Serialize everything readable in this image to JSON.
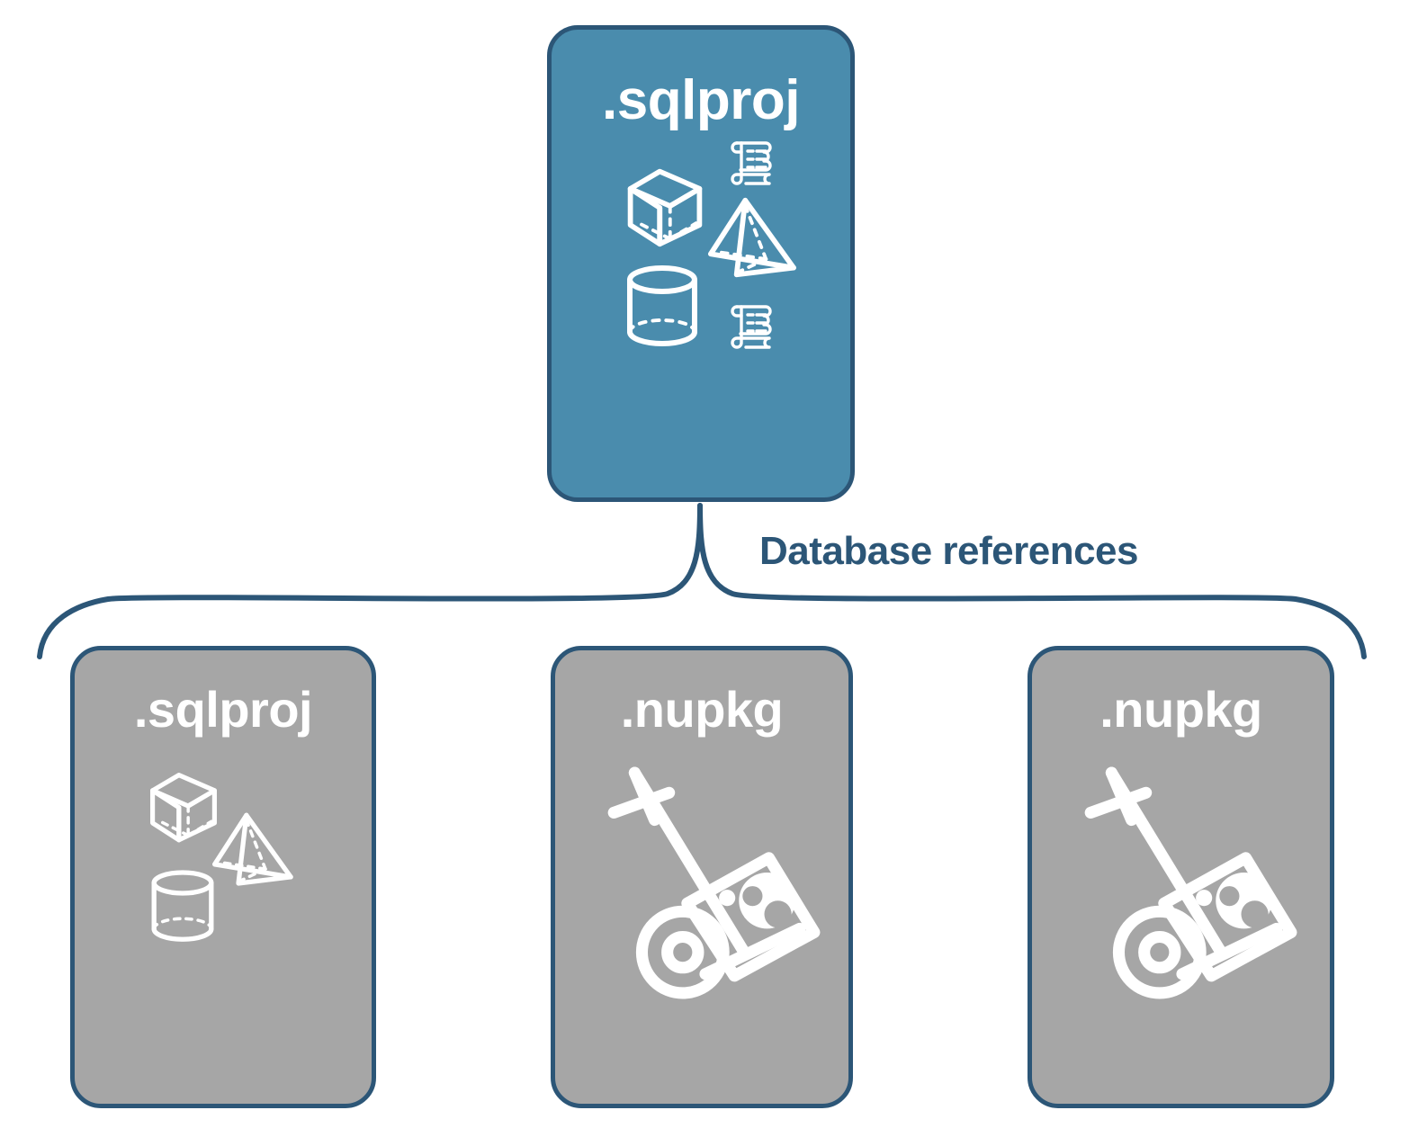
{
  "diagram": {
    "title": "SQL project database references",
    "colors": {
      "primary_fill": "#4A8CAD",
      "secondary_fill": "#A6A6A6",
      "stroke": "#2C5677",
      "label_text": "#2C5677",
      "node_text": "#FFFFFF",
      "background": "#FFFFFF"
    },
    "edge": {
      "label": "Database references",
      "style": "curly-brace",
      "direction": "one-to-many"
    },
    "parent": {
      "label": ".sqlproj",
      "fill": "primary",
      "icons": [
        "cube-icon",
        "pyramid-icon",
        "cylinder-icon",
        "script-scroll-icon",
        "script-scroll-icon"
      ]
    },
    "children": [
      {
        "label": ".sqlproj",
        "fill": "secondary",
        "icons": [
          "cube-icon",
          "pyramid-icon",
          "cylinder-icon"
        ]
      },
      {
        "label": ".nupkg",
        "fill": "secondary",
        "icons": [
          "hand-truck-package-icon"
        ]
      },
      {
        "label": ".nupkg",
        "fill": "secondary",
        "icons": [
          "hand-truck-package-icon"
        ]
      }
    ]
  }
}
